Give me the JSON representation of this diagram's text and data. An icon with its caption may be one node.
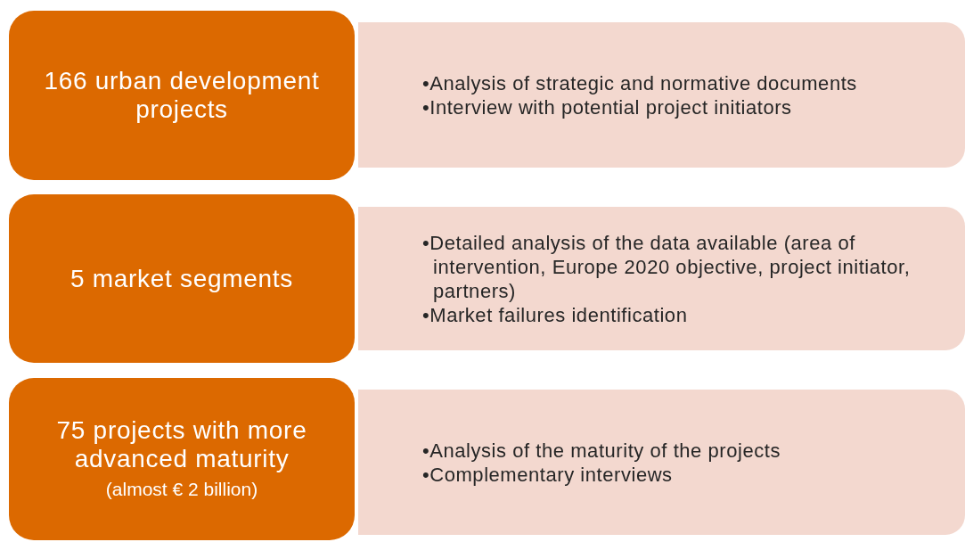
{
  "diagram": {
    "nodes": [
      {
        "text": [
          "166 urban development projects"
        ]
      },
      {
        "text": [
          "•Analysis of strategic and normative documents",
          "•Interview with potential project initiators"
        ]
      },
      {
        "text": [
          "5 market segments"
        ]
      },
      {
        "text": [
          "•Detailed analysis of the data available (area of intervention, Europe 2020 objective, project initiator, partners)",
          "•Market failures identification"
        ]
      },
      {
        "text": [
          "75 projects with more advanced maturity",
          "(almost € 2 billion)"
        ]
      },
      {
        "text": [
          "•Analysis of the maturity of the projects",
          "•Complementary interviews"
        ]
      }
    ]
  }
}
